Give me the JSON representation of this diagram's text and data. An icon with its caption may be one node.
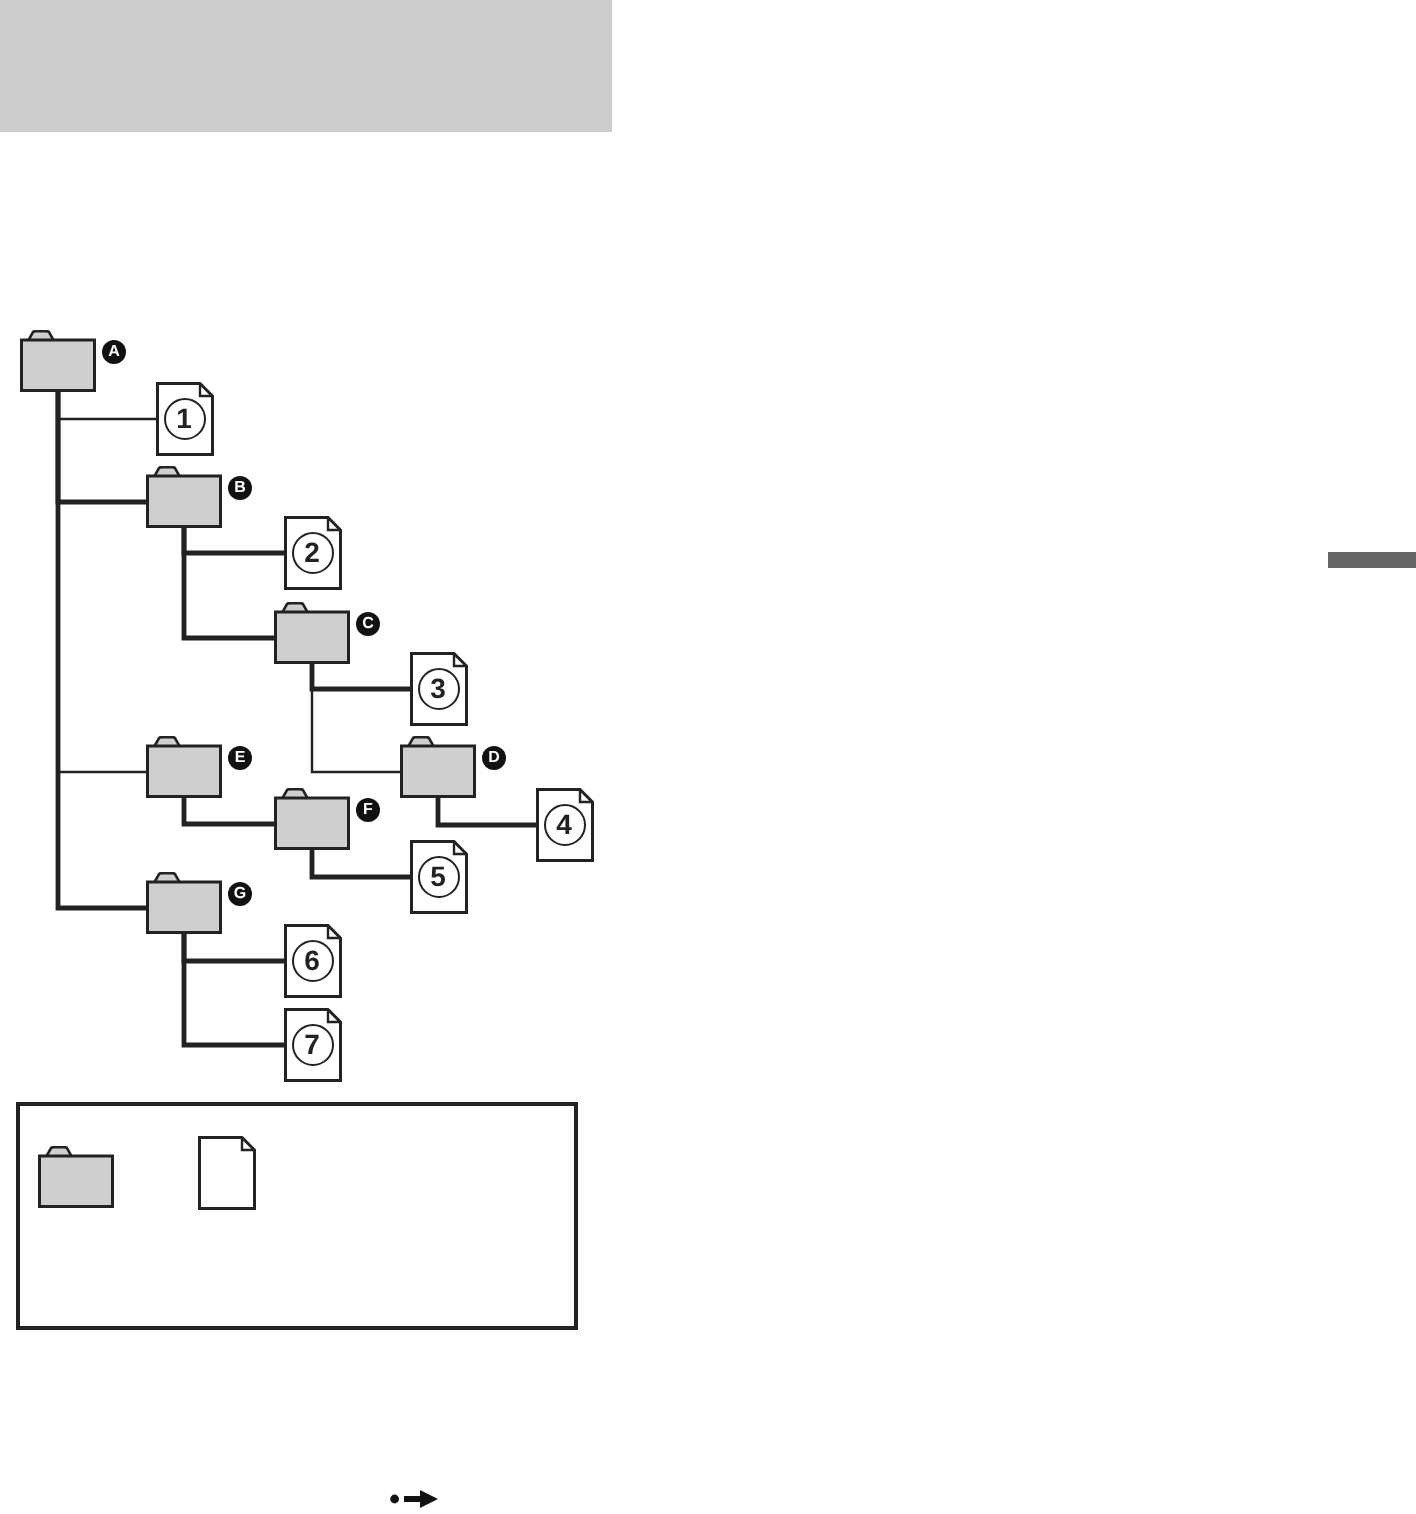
{
  "diagram": {
    "nodes": [
      {
        "text": [],
        "shape": "folder",
        "beside": [
          "A"
        ]
      },
      {
        "text": [
          "1"
        ]
      },
      {
        "text": [],
        "shape": "folder",
        "beside": [
          "B"
        ]
      },
      {
        "text": [
          "2"
        ]
      },
      {
        "text": [],
        "shape": "folder",
        "beside": [
          "C"
        ]
      },
      {
        "text": [
          "3"
        ]
      },
      {
        "text": [],
        "shape": "folder",
        "beside": [
          "D"
        ]
      },
      {
        "text": [
          "4"
        ]
      },
      {
        "text": [],
        "shape": "folder",
        "beside": [
          "E"
        ]
      },
      {
        "text": [],
        "shape": "folder",
        "beside": [
          "F"
        ]
      },
      {
        "text": [
          "5"
        ]
      },
      {
        "text": [],
        "shape": "folder",
        "beside": [
          "G"
        ]
      },
      {
        "text": [
          "6"
        ]
      },
      {
        "text": [
          "7"
        ]
      },
      {
        "text": [],
        "shape": "box"
      },
      {
        "text": [],
        "shape": "folder",
        "in": 14
      },
      {
        "text": [],
        "shape": "document",
        "in": 14
      }
    ],
    "edges": [
      {
        "from": 0,
        "to": 1,
        "arrow": "none"
      },
      {
        "from": 0,
        "to": 2,
        "arrow": "none"
      },
      {
        "from": 2,
        "to": 3,
        "arrow": "none"
      },
      {
        "from": 2,
        "to": 4,
        "arrow": "none"
      },
      {
        "from": 4,
        "to": 5,
        "arrow": "none"
      },
      {
        "from": 4,
        "to": 6,
        "arrow": "none"
      },
      {
        "from": 6,
        "to": 7,
        "arrow": "none"
      },
      {
        "from": 0,
        "to": 8,
        "arrow": "none"
      },
      {
        "from": 8,
        "to": 9,
        "arrow": "none"
      },
      {
        "from": 9,
        "to": 10,
        "arrow": "none"
      },
      {
        "from": 0,
        "to": 11,
        "arrow": "none"
      },
      {
        "from": 11,
        "to": 12,
        "arrow": "none"
      },
      {
        "from": 11,
        "to": 13,
        "arrow": "none"
      }
    ]
  }
}
